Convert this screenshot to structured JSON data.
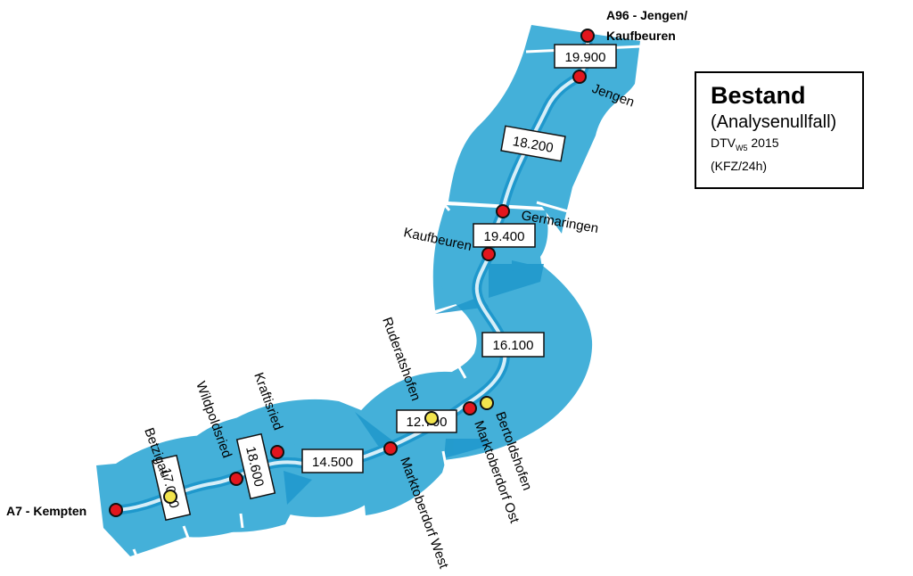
{
  "legend": {
    "title": "Bestand",
    "subtitle": "(Analysenullfall)",
    "dtv_prefix": "DTV",
    "dtv_sub": "W5",
    "dtv_year": "2015",
    "unit": "(KFZ/24h)"
  },
  "colors": {
    "band": "#44b0d9",
    "band_dark": "#1f98cc",
    "road": "#d6eef8",
    "junction": "#e2161d",
    "secondary_junction": "#f2e44d",
    "outline": "#111111"
  },
  "endpoints": {
    "south_label": "A7 - Kempten",
    "north_label_1": "A96 - Jengen/",
    "north_label_2": "Kaufbeuren"
  },
  "junction_labels": {
    "jengen": "Jengen",
    "germaringen": "Germaringen",
    "kaufbeuren": "Kaufbeuren",
    "bertoldshofen": "Bertoldshofen",
    "marktoberdorf_ost": "Marktoberdorf Ost",
    "ruderatshofen": "Ruderatshofen",
    "marktoberdorf_west": "Marktoberdorf West",
    "kraftisried": "Kraftisried",
    "wildpoldsried": "Wildpoldsried",
    "betzigau": "Betzigau"
  },
  "volumes": {
    "v19900": "19.900",
    "v18200": "18.200",
    "v19400": "19.400",
    "v16100": "16.100",
    "v12700": "12.700",
    "v14500": "14.500",
    "v18600": "18.600",
    "v17000": "17.000"
  }
}
